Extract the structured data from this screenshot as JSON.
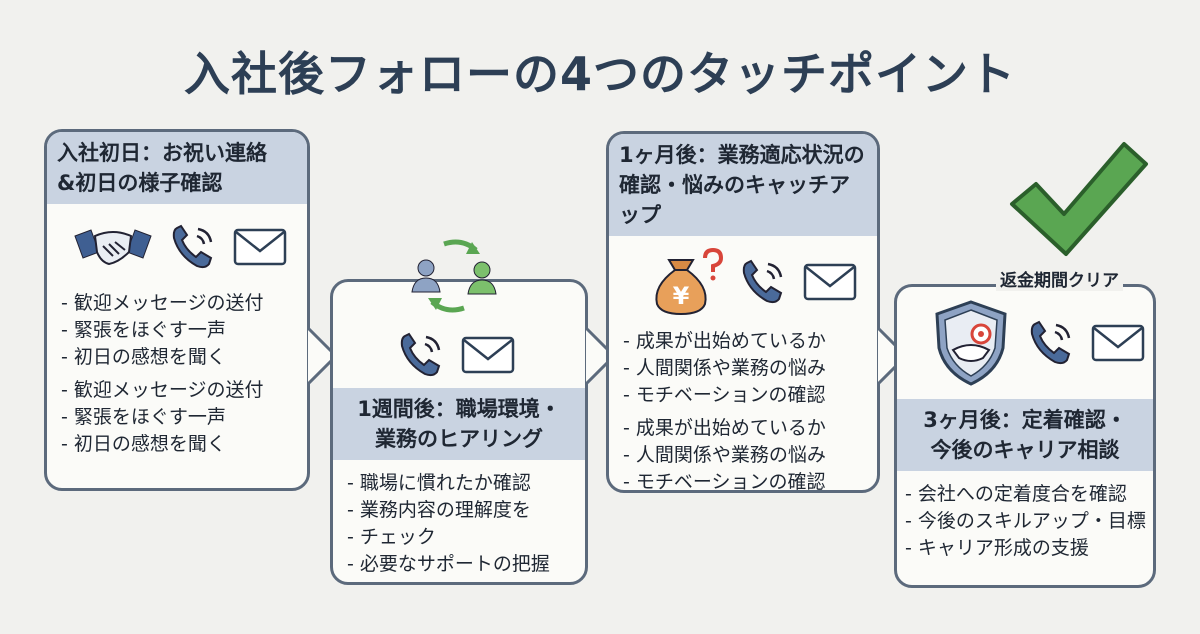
{
  "title": "入社後フォローの4つのタッチポイント",
  "colors": {
    "header_band": "#c9d3e1",
    "border": "#5c6a7c",
    "check_green": "#5aa652",
    "money_bag": "#e8a05a"
  },
  "cards": [
    {
      "header": "入社初日：お祝い連絡&初日の様子確認",
      "header_lines": [
        "入社初日：お祝い連絡",
        "&初日の様子確認"
      ],
      "icons": [
        "handshake-icon",
        "phone-icon",
        "mail-icon"
      ],
      "items": [
        "歓迎メッセージの送付",
        "緊張をほぐす一声",
        "初日の感想を聞く"
      ],
      "items_repeat": [
        "歓迎メッセージの送付",
        "緊張をほぐす一声",
        "初日の感想を聞く"
      ]
    },
    {
      "header": "1週間後：職場環境・業務のヒアリング",
      "header_lines": [
        "1週間後：職場環境・",
        "業務のヒアリング"
      ],
      "icons": [
        "people-cycle-icon",
        "phone-icon",
        "mail-icon"
      ],
      "items": [
        "職場に慣れたか確認",
        "業務内容の理解度を",
        "チェック",
        "必要なサポートの把握"
      ]
    },
    {
      "header": "1ヶ月後：業務適応状況の確認・悩みのキャッチアップ",
      "header_lines": [
        "1ヶ月後：業務適応状況の",
        "確認・悩みのキャッチアップ"
      ],
      "icons": [
        "money-bag-question-icon",
        "phone-icon",
        "mail-icon"
      ],
      "money_symbol": "¥",
      "items": [
        "成果が出始めているか",
        "人間関係や業務の悩み",
        "モチベーションの確認"
      ],
      "items_repeat": [
        "成果が出始めているか",
        "人間関係や業務の悩み",
        "モチベーションの確認"
      ]
    },
    {
      "header": "3ヶ月後：定着確認・今後のキャリア相談",
      "header_lines": [
        "3ヶ月後：定着確認・",
        "今後のキャリア相談"
      ],
      "icons": [
        "shield-handshake-target-icon",
        "phone-icon",
        "mail-icon"
      ],
      "items": [
        "会社への定着度合を確認",
        "今後のスキルアップ・目標",
        "キャリア形成の支援"
      ]
    }
  ],
  "badge": "返金期間クリア"
}
